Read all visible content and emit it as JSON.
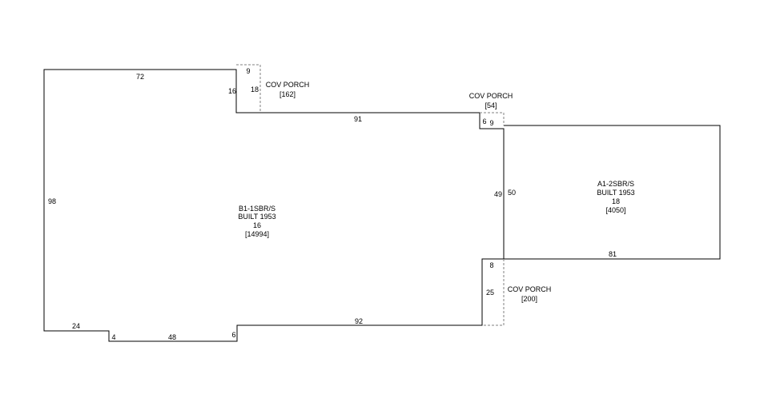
{
  "colors": {
    "wall": "#000000",
    "porch": "#808080",
    "background": "#ffffff"
  },
  "areas": {
    "b1": {
      "code": "B1-1SBR/S",
      "built": "BUILT 1953",
      "number": "16",
      "area": "[14994]"
    },
    "a1": {
      "code": "A1-2SBR/S",
      "built": "BUILT 1953",
      "number": "18",
      "area": "[4050]"
    },
    "porch_top": {
      "name": "COV PORCH",
      "area": "[162]"
    },
    "porch_mid": {
      "name": "COV PORCH",
      "area": "[54]"
    },
    "porch_low": {
      "name": "COV PORCH",
      "area": "[200]"
    }
  },
  "dimensions": {
    "top_left": "72",
    "left": "98",
    "step_in": "16",
    "porch_top_width": "9",
    "porch_top_depth": "18",
    "mid_top": "91",
    "porch_mid_depth": "6",
    "porch_mid_width": "9",
    "junction": "49",
    "a1_left": "50",
    "a1_bottom": "81",
    "porch_low_top": "8",
    "porch_low_side": "25",
    "bottom_right": "92",
    "bottom_step": "6",
    "bottom_mid": "48",
    "bottom_notch": "4",
    "bottom_left": "24"
  }
}
